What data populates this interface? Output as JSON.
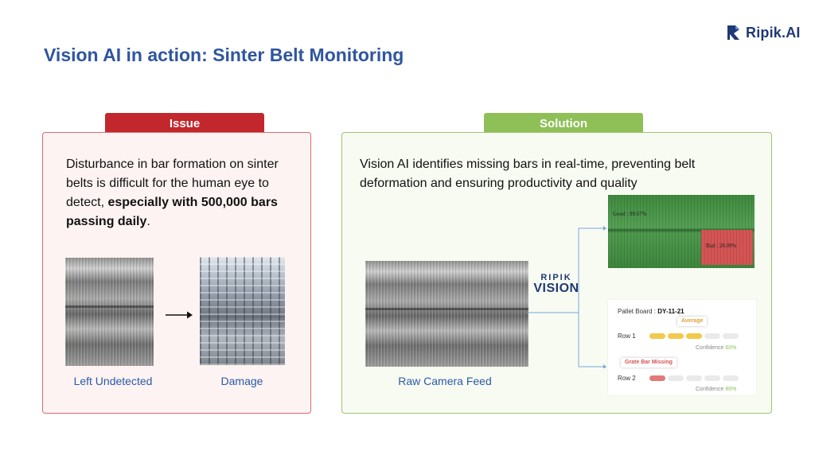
{
  "brand": {
    "name": "Ripik.AI"
  },
  "slide": {
    "title": "Vision AI in action: Sinter Belt Monitoring"
  },
  "issue": {
    "tab_label": "Issue",
    "text_plain": "Disturbance in bar formation on sinter belts is difficult for the human eye to detect, ",
    "text_bold": "especially with 500,000 bars passing daily",
    "text_end": ".",
    "left_caption": "Left Undetected",
    "right_caption": "Damage"
  },
  "solution": {
    "tab_label": "Solution",
    "text": "Vision AI identifies missing bars in real-time, preventing belt deformation and ensuring productivity and quality",
    "feed_caption": "Raw Camera Feed",
    "vision_logo": {
      "top": "RIPIK",
      "bottom": "VISION"
    },
    "detection": {
      "good_label": "Good : 99.67%",
      "bad_label": "Bad : 28.09%"
    },
    "pallet": {
      "board_label": "Pallet Board :",
      "board_id": "DY-11-21",
      "row1": {
        "label": "Row 1",
        "tag": "Average",
        "confidence_label": "Confidence",
        "confidence_value": "60%",
        "filled": 3,
        "total": 5
      },
      "row2": {
        "label": "Row 2",
        "tag": "Grate Bar Missing",
        "confidence_label": "Confidence",
        "confidence_value": "80%",
        "filled": 1,
        "total": 5
      }
    }
  },
  "colors": {
    "title": "#2e55a0",
    "issue_accent": "#c1272d",
    "solution_accent": "#8fbf57",
    "caption": "#2a5aa8"
  }
}
